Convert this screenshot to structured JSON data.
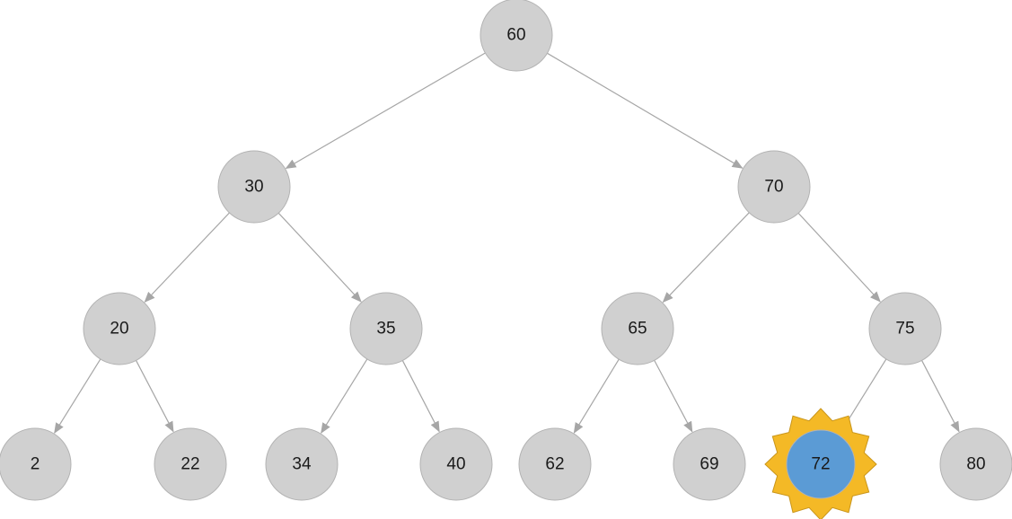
{
  "colors": {
    "node_fill": "#d0d0d0",
    "edge": "#a6a6a6",
    "highlight_node_fill": "#5b9bd5",
    "highlight_burst_fill": "#f4b926",
    "highlight_label": "#ffffff"
  },
  "tree": {
    "nodes": [
      {
        "id": "n60",
        "label": "60",
        "level": 0
      },
      {
        "id": "n30",
        "label": "30",
        "level": 1
      },
      {
        "id": "n70",
        "label": "70",
        "level": 1
      },
      {
        "id": "n20",
        "label": "20",
        "level": 2
      },
      {
        "id": "n35",
        "label": "35",
        "level": 2
      },
      {
        "id": "n65",
        "label": "65",
        "level": 2
      },
      {
        "id": "n75",
        "label": "75",
        "level": 2
      },
      {
        "id": "n2",
        "label": "2",
        "level": 3
      },
      {
        "id": "n22",
        "label": "22",
        "level": 3
      },
      {
        "id": "n34",
        "label": "34",
        "level": 3
      },
      {
        "id": "n40",
        "label": "40",
        "level": 3
      },
      {
        "id": "n62",
        "label": "62",
        "level": 3
      },
      {
        "id": "n69",
        "label": "69",
        "level": 3
      },
      {
        "id": "n72",
        "label": "72",
        "level": 3,
        "highlighted": true
      },
      {
        "id": "n80",
        "label": "80",
        "level": 3
      }
    ],
    "edges": [
      {
        "from": "n60",
        "to": "n30"
      },
      {
        "from": "n60",
        "to": "n70"
      },
      {
        "from": "n30",
        "to": "n20"
      },
      {
        "from": "n30",
        "to": "n35"
      },
      {
        "from": "n70",
        "to": "n65"
      },
      {
        "from": "n70",
        "to": "n75"
      },
      {
        "from": "n20",
        "to": "n2"
      },
      {
        "from": "n20",
        "to": "n22"
      },
      {
        "from": "n35",
        "to": "n34"
      },
      {
        "from": "n35",
        "to": "n40"
      },
      {
        "from": "n65",
        "to": "n62"
      },
      {
        "from": "n65",
        "to": "n69"
      },
      {
        "from": "n75",
        "to": "n72"
      },
      {
        "from": "n75",
        "to": "n80"
      }
    ]
  }
}
